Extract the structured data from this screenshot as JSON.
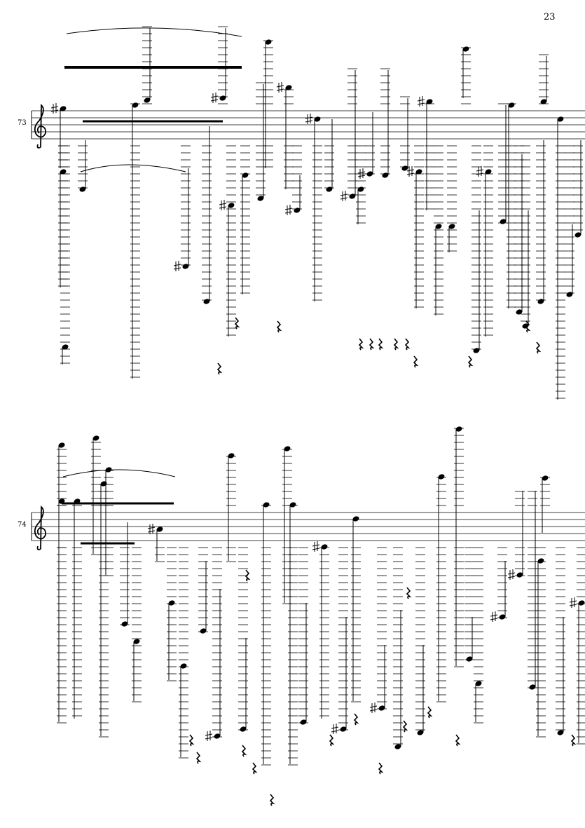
{
  "page": {
    "page_number": "23",
    "systems": [
      {
        "measure_number": "73",
        "clef": "treble"
      },
      {
        "measure_number": "74",
        "clef": "treble"
      }
    ]
  },
  "colors": {
    "ink": "#000000",
    "paper": "#ffffff"
  }
}
